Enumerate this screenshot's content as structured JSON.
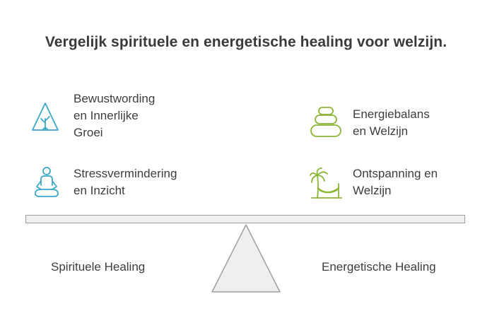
{
  "title": "Vergelijk spirituele en energetische healing voor welzijn.",
  "left": {
    "side_label": "Spirituele Healing",
    "items": [
      {
        "label": "Bewustwording\nen Innerlijke\nGroei",
        "icon": "tree-triangle-icon"
      },
      {
        "label": "Stressvermindering\nen Inzicht",
        "icon": "meditation-person-icon"
      }
    ]
  },
  "right": {
    "side_label": "Energetische Healing",
    "items": [
      {
        "label": "Energiebalans\nen Welzijn",
        "icon": "stacked-stones-icon"
      },
      {
        "label": "Ontspanning en\nWelzijn",
        "icon": "palm-hammock-icon"
      }
    ]
  },
  "colors": {
    "left_icons": "#3ba7c9",
    "right_icons": "#8bb535",
    "beam_fill": "#efefef",
    "beam_stroke": "#9e9e9e"
  }
}
